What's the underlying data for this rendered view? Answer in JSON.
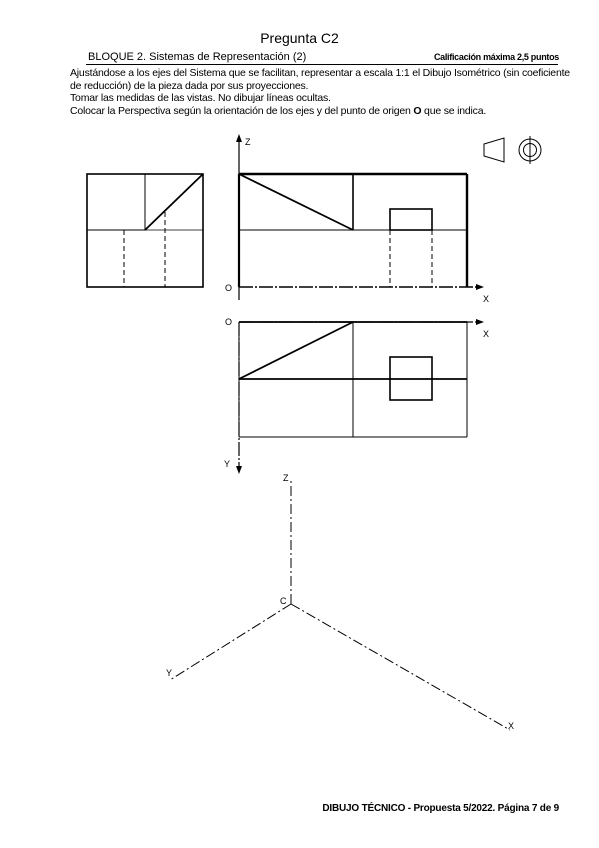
{
  "header": {
    "title": "Pregunta C2",
    "block": "BLOQUE 2. Sistemas de Representación (2)",
    "score": "Calificación máxima 2,5 puntos"
  },
  "instructions": {
    "line1": "Ajustándose a los ejes del Sistema que se facilitan, representar a escala 1:1 el Dibujo Isométrico (sin coeficiente",
    "line2": "de reducción) de la pieza dada por sus proyecciones.",
    "line3": "Tomar las medidas de las vistas. No dibujar líneas ocultas.",
    "line4_pre": "Colocar la Perspectiva según la orientación de los ejes y del punto de origen ",
    "line4_bold": "O",
    "line4_post": " que se indica."
  },
  "views": {
    "axis_z": "Z",
    "axis_x_top": "X",
    "axis_x_bottom": "X",
    "axis_y": "Y",
    "origin_top": "O",
    "origin_bottom": "O"
  },
  "isometric": {
    "axis_z": "Z",
    "axis_x": "X",
    "axis_y": "Y",
    "origin": "C"
  },
  "footer": {
    "text": "DIBUJO TÉCNICO - Propuesta 5/2022. Página 7 de 9"
  },
  "icons": [
    "first-angle-projection-symbol"
  ]
}
